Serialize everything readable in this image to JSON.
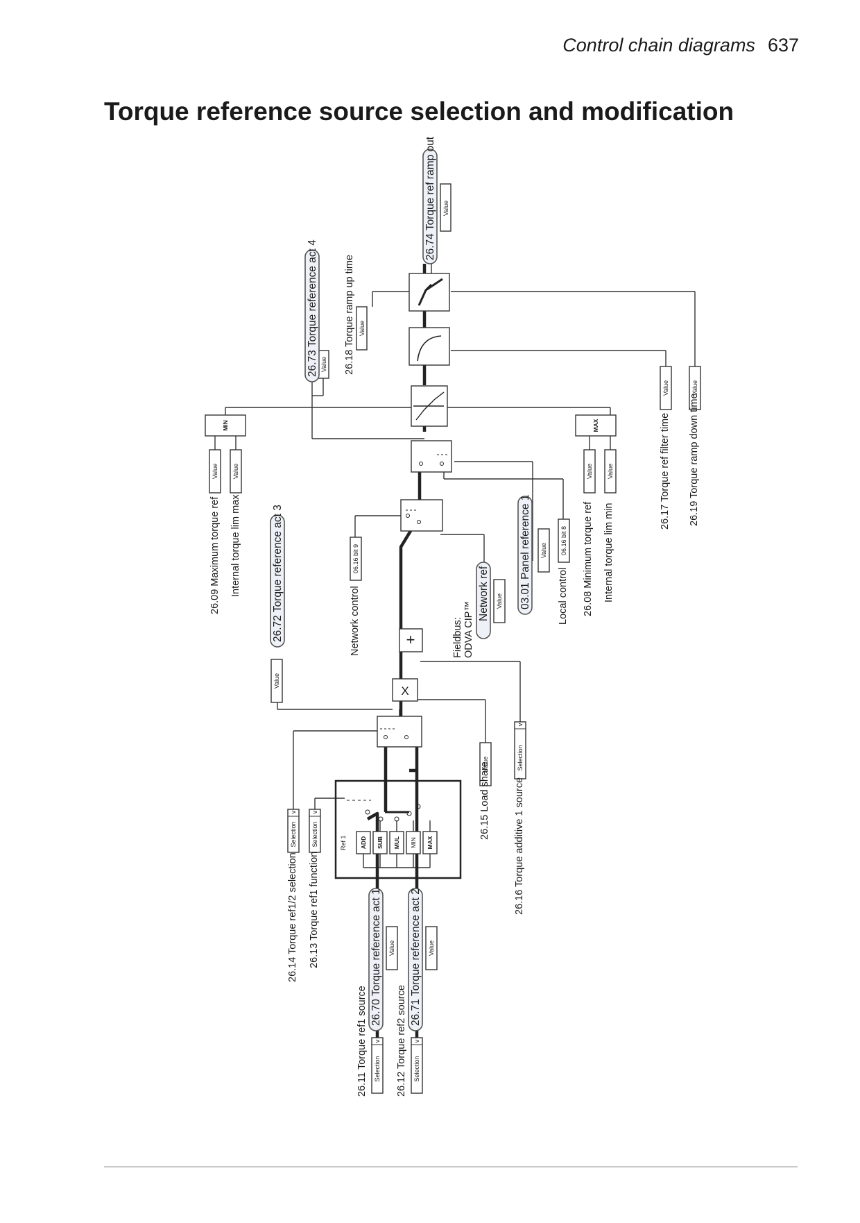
{
  "header": {
    "section": "Control chain diagrams",
    "page_number": "637"
  },
  "title": "Torque reference source selection and modification",
  "blocks": {
    "min": "MIN",
    "max": "MAX",
    "mul": "X",
    "add": "+",
    "ref1": "Ref 1",
    "ops": [
      "ADD",
      "SUB",
      "MUL",
      "MIN",
      "MAX"
    ]
  },
  "widgets": {
    "value": "Value",
    "selection": "Selection",
    "bit_09": "06.16 bit 9",
    "bit_08": "06.16 bit 8"
  },
  "labels": {
    "ramp_out": "26.74 Torque ref ramp out",
    "act4": "26.73 Torque reference act 4",
    "ramp_up": "26.18 Torque ramp up time",
    "max_torque_ref": "26.09 Maximum torque ref",
    "int_lim_max": "Internal torque lim max",
    "act3": "26.72 Torque reference act 3",
    "network_control": "Network control",
    "fieldbus": "Fieldbus:",
    "odva": "ODVA CIP™",
    "network_ref": "Network ref",
    "panel_ref1": "03.01 Panel reference 1",
    "local_control": "Local control",
    "min_torque_ref": "26.08 Minimum torque ref",
    "int_lim_min": "Internal torque lim min",
    "filter_time": "26.17 Torque ref filter time",
    "ramp_down": "26.19 Torque ramp down time",
    "ref12_sel": "26.14 Torque ref1/2 selection",
    "ref1_func": "26.13 Torque ref1 function",
    "load_share": "26.15 Load share",
    "additive1": "26.16 Torque additive 1 source",
    "ref1_source": "26.11 Torque ref1 source",
    "act1": "26.70 Torque reference act 1",
    "ref2_source": "26.12 Torque ref2 source",
    "act2": "26.71 Torque reference act 2"
  }
}
